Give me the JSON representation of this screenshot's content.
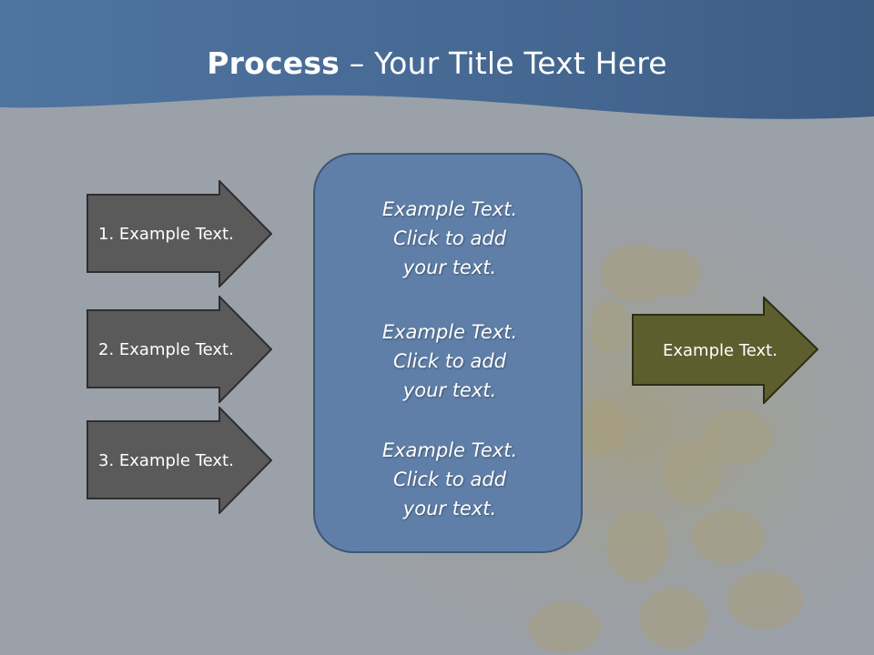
{
  "slide": {
    "title_bold": "Process",
    "title_rest": " – Your Title Text Here",
    "left_steps": [
      {
        "label": "1. Example Text."
      },
      {
        "label": "2. Example Text."
      },
      {
        "label": "3. Example Text."
      }
    ],
    "center_blocks": [
      {
        "line1": "Example Text.",
        "line2": "Click  to add",
        "line3": "your text."
      },
      {
        "line1": "Example Text.",
        "line2": "Click  to add",
        "line3": "your text."
      },
      {
        "line1": "Example Text.",
        "line2": "Click  to add",
        "line3": "your text."
      }
    ],
    "output": {
      "label": "Example Text."
    }
  },
  "colors": {
    "header": "#4a6c97",
    "step_fill": "#5a5a5a",
    "center_fill": "#5f7fa8",
    "output_fill": "#5d5e2e"
  }
}
